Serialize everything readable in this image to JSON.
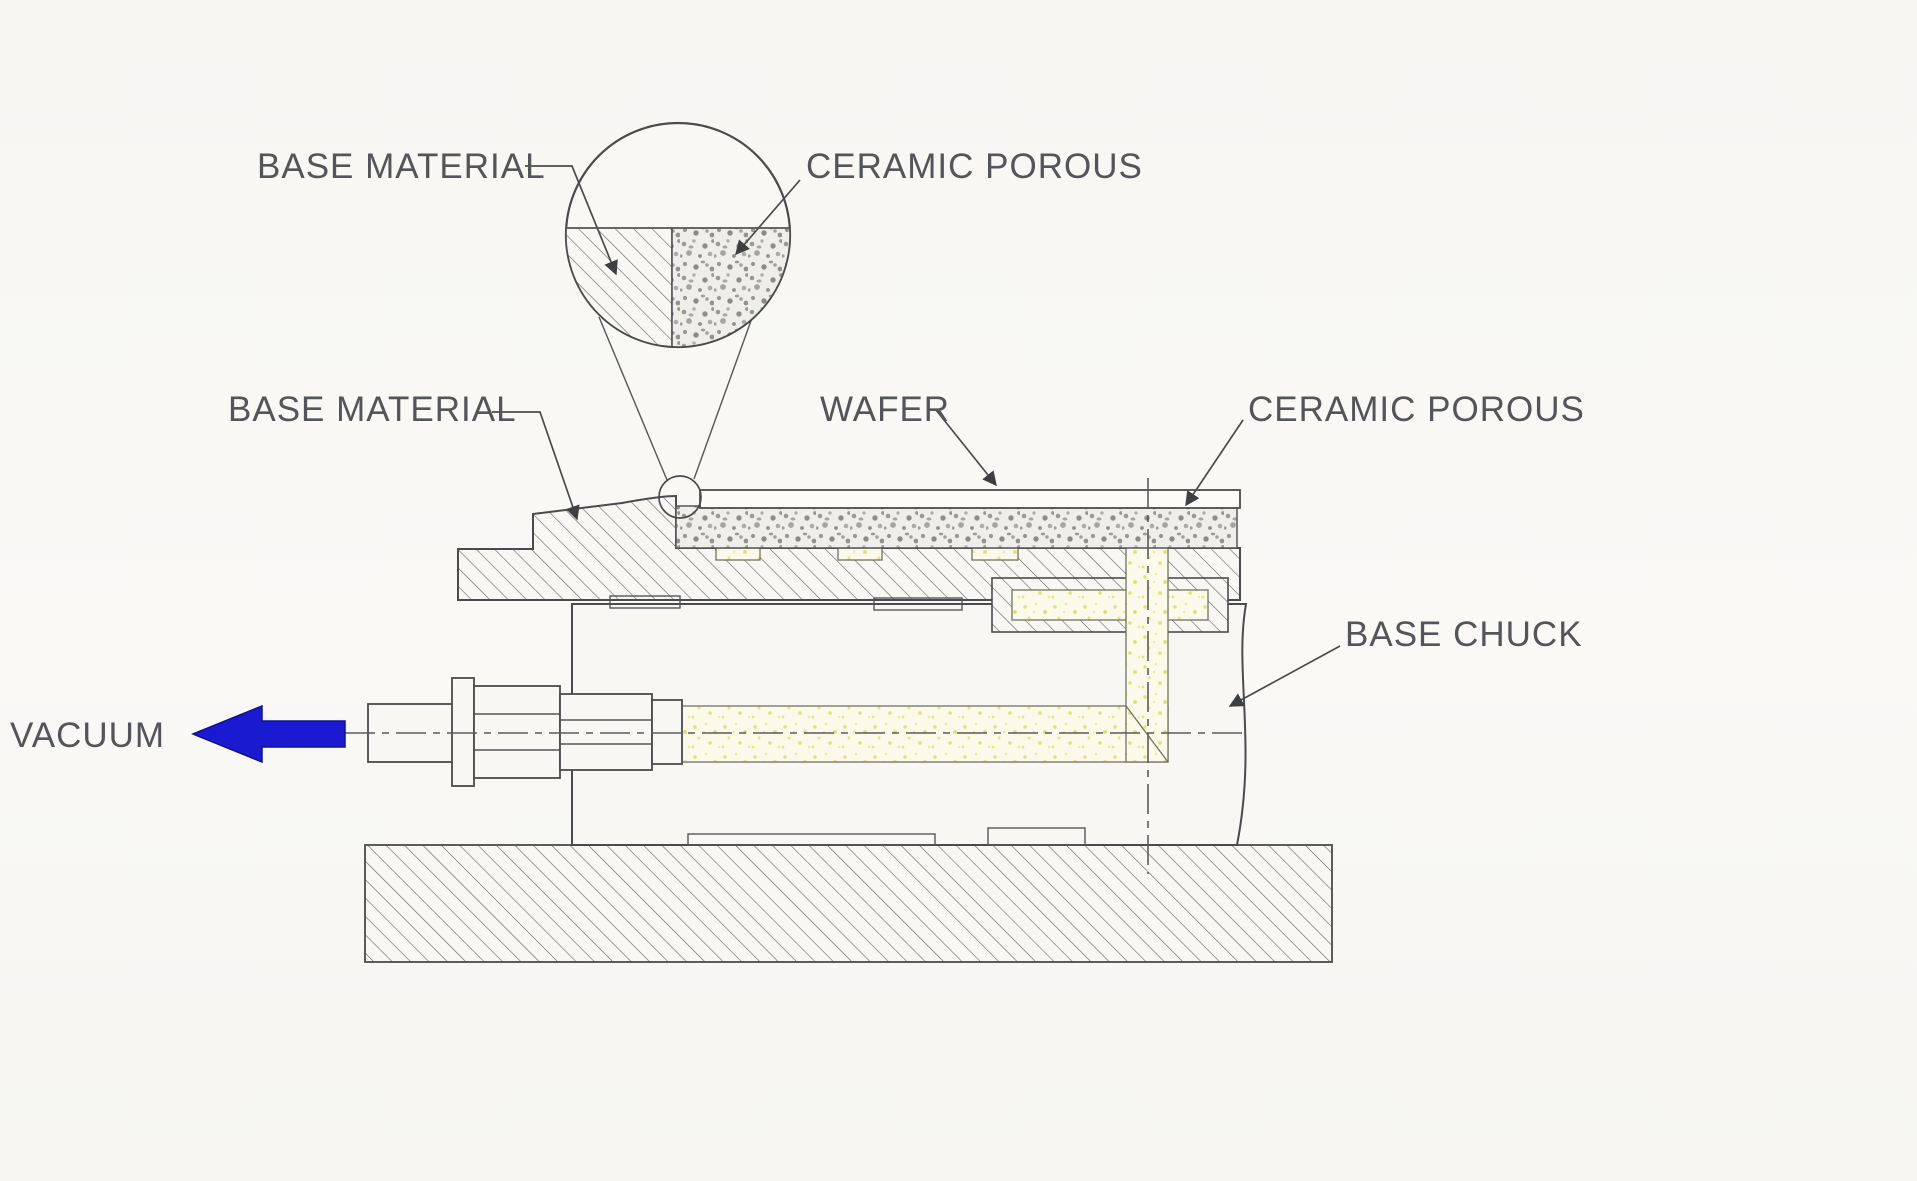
{
  "diagram": {
    "labels": {
      "base_material_detail": "BASE MATERIAL",
      "ceramic_porous_detail": "CERAMIC POROUS",
      "base_material_main": "BASE MATERIAL",
      "wafer": "WAFER",
      "ceramic_porous_main": "CERAMIC POROUS",
      "base_chuck": "BASE CHUCK",
      "vacuum": "VACUUM"
    },
    "colors": {
      "paper": "#f8f7f4",
      "line": "#4a4b4e",
      "label_text": "#54555a",
      "vacuum_arrow": "#1a1bd0",
      "channel_fill": "#fbf9ea",
      "channel_speckle": "#e7df6e",
      "porous_fill": "#efeeea",
      "porous_speckle": "#97978f"
    }
  }
}
